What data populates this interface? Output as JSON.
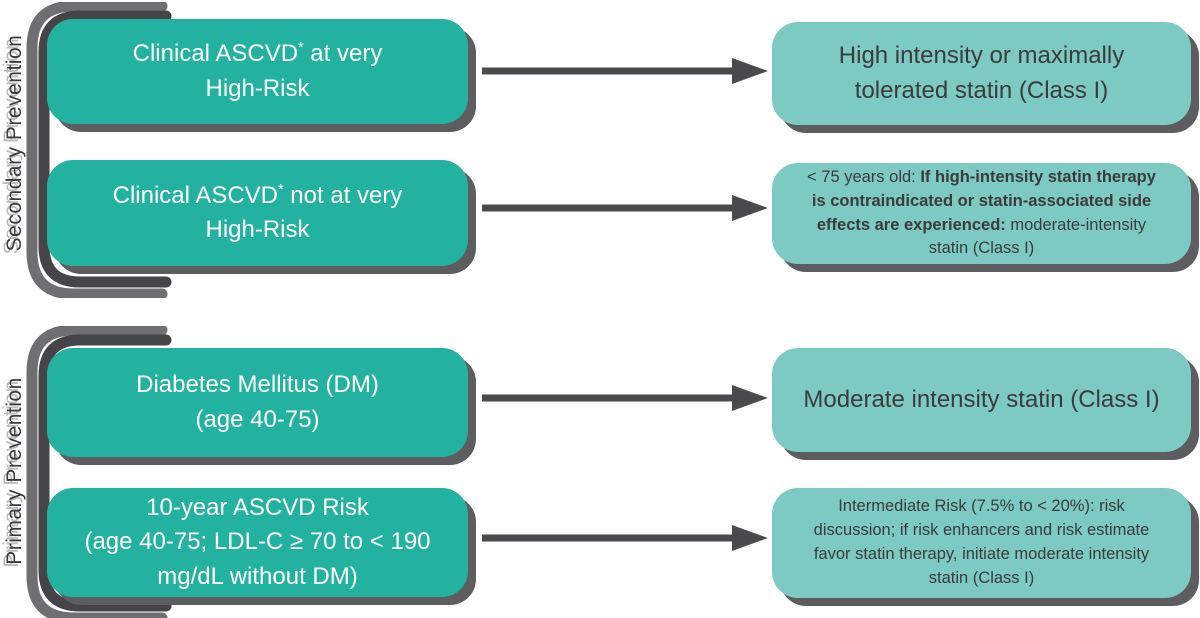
{
  "palette": {
    "box_teal": "#23b2a0",
    "box_light_teal": "#7ccac1",
    "text_dark": "#3b3b3d",
    "arrow_gray": "#4a4a4c",
    "bracket_dark": "#454547",
    "bracket_echo": "#6f6f71",
    "shadow": "#5d5d5f"
  },
  "sections": {
    "secondary": {
      "label": "Secondary Prevention",
      "rows": [
        {
          "condition": [
            {
              "text": "Clinical ASCVD"
            },
            {
              "text": "*",
              "sup": true
            },
            {
              "text": " at very\nHigh-Risk"
            }
          ],
          "recommendation": [
            {
              "text": "High intensity or maximally\ntolerated statin (Class I)"
            }
          ]
        },
        {
          "condition": [
            {
              "text": "Clinical ASCVD"
            },
            {
              "text": "*",
              "sup": true
            },
            {
              "text": " not at very\nHigh-Risk"
            }
          ],
          "recommendation": [
            {
              "text": "< 75 years old: "
            },
            {
              "text": "If high-intensity statin therapy\nis contraindicated or statin-associated side\neffects are experienced:",
              "bold": true
            },
            {
              "text": " moderate-intensity\nstatin (Class I)"
            }
          ]
        }
      ]
    },
    "primary": {
      "label": "Primary Prevention",
      "rows": [
        {
          "condition": [
            {
              "text": "Diabetes Mellitus (DM)\n(age 40-75)"
            }
          ],
          "recommendation": [
            {
              "text": "Moderate intensity statin (Class I)"
            }
          ]
        },
        {
          "condition": [
            {
              "text": "10-year ASCVD Risk\n(age 40-75; LDL-C ≥ 70 to < 190\nmg/dL without DM)"
            }
          ],
          "recommendation": [
            {
              "text": "Intermediate Risk (7.5% to < 20%): risk\ndiscussion; if risk enhancers and risk estimate\nfavor statin therapy, initiate moderate intensity\nstatin (Class I)"
            }
          ]
        }
      ]
    }
  }
}
